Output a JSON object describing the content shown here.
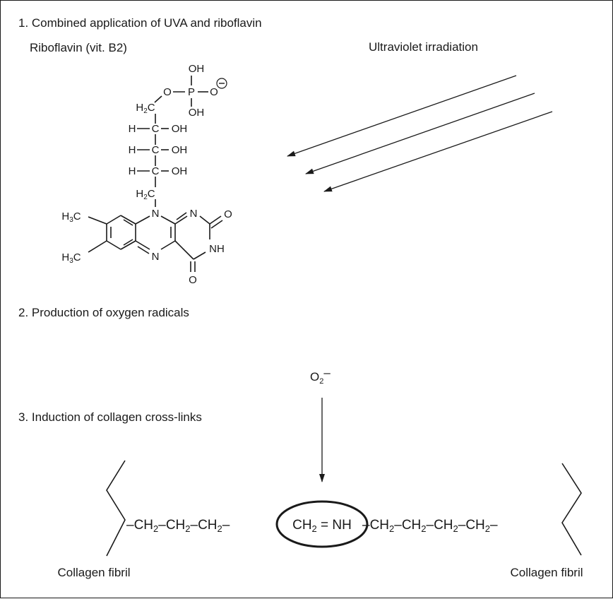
{
  "steps": {
    "step1": "1. Combined application of UVA and riboflavin",
    "step2": "2. Production of oxygen radicals",
    "step3": "3. Induction of collagen cross-links"
  },
  "riboflavin": {
    "label": "Riboflavin (vit. B2)",
    "atoms": {
      "oh_top": "OH",
      "o_ester": "O",
      "p": "P",
      "o_right": "O",
      "oh_bottom": "OH",
      "ch2_top": "H2C",
      "h1": "H",
      "c1": "C",
      "oh1": "OH",
      "h2": "H",
      "c2": "C",
      "oh2": "OH",
      "h3": "H",
      "c3": "C",
      "oh3": "OH",
      "ch2_bottom": "H2C",
      "n10": "N",
      "n1": "N",
      "o2": "O",
      "nh": "NH",
      "o4": "O",
      "n5": "N",
      "me1": "H3C",
      "me2": "H3C"
    }
  },
  "uv": {
    "label": "Ultraviolet irradiation"
  },
  "radical": {
    "label": "O2–"
  },
  "crosslink": {
    "left_chain": "–CH2–CH2–CH2–",
    "highlight": "CH2 = NH",
    "right_chain": "–CH2–CH2–CH2–CH2–",
    "left_fibril": "Collagen fibril",
    "right_fibril": "Collagen fibril"
  },
  "colors": {
    "ink": "#1a1a1a",
    "background": "#ffffff"
  }
}
